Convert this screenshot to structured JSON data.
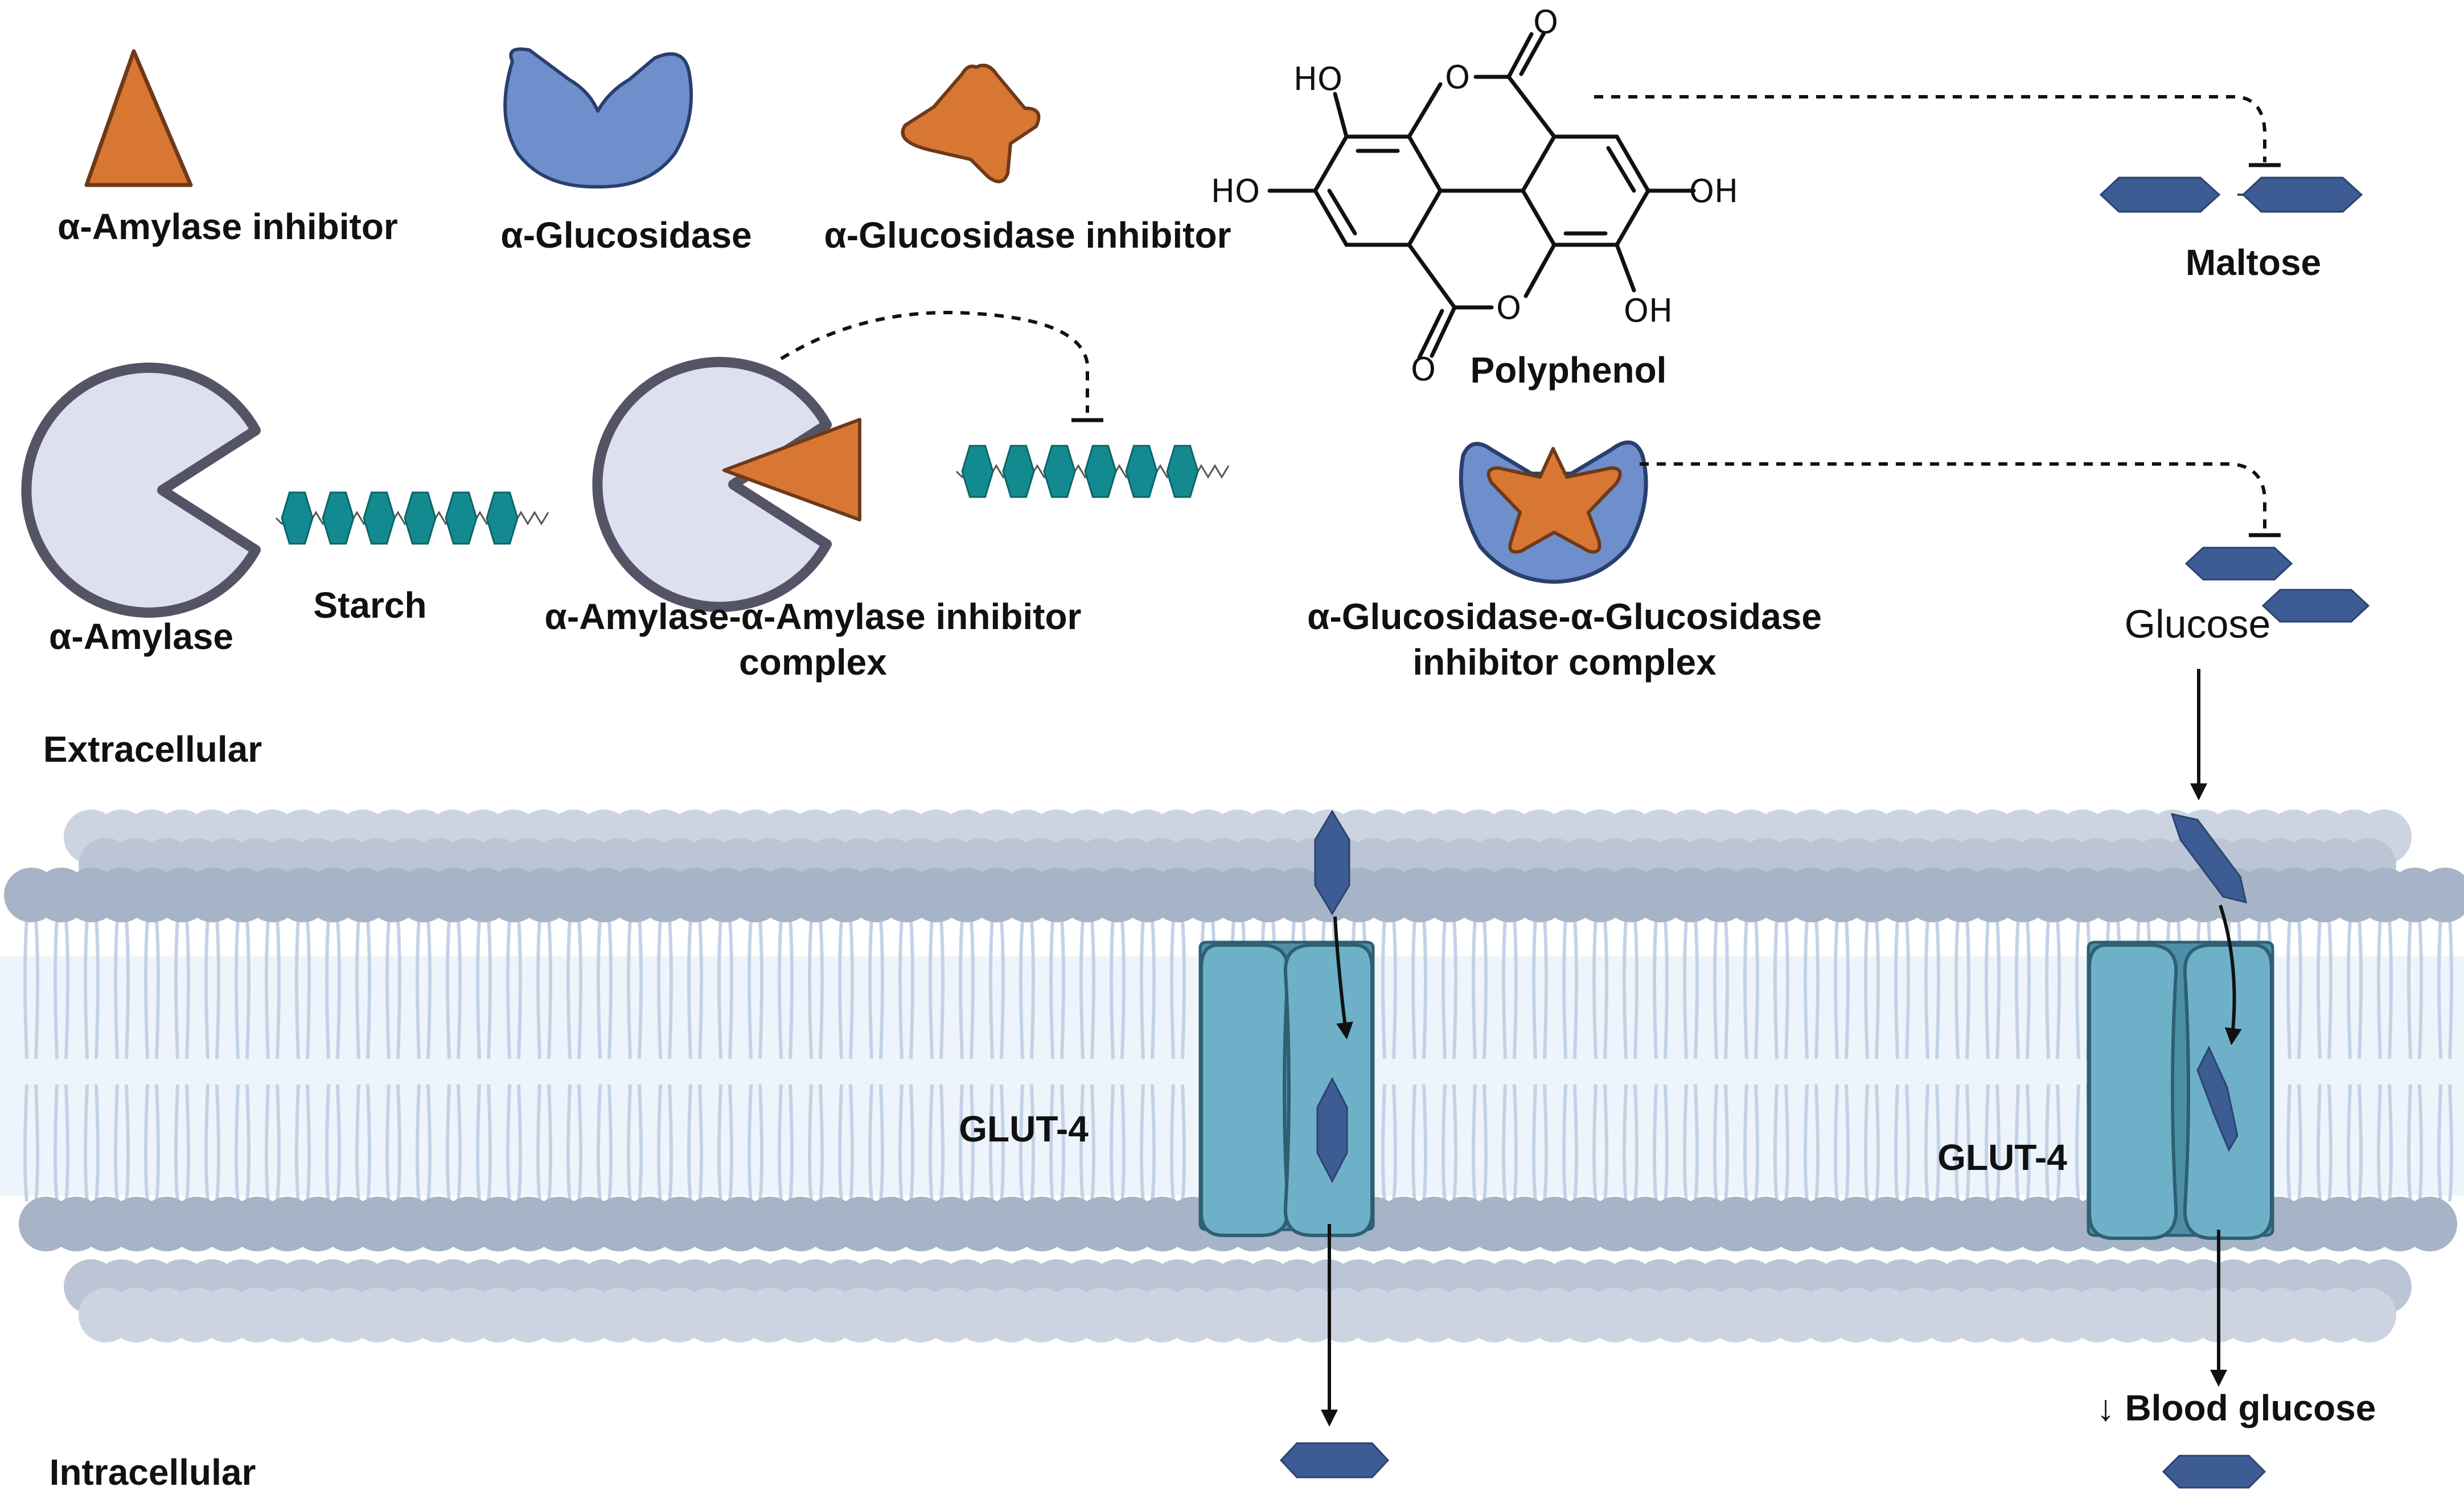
{
  "labels": {
    "amylase_inhibitor": "α-Amylase inhibitor",
    "glucosidase": "α-Glucosidase",
    "glucosidase_inhibitor": "α-Glucosidase inhibitor",
    "maltose": "Maltose",
    "polyphenol": "Polyphenol",
    "amylase": "α-Amylase",
    "starch": "Starch",
    "amylase_complex_line1": "α-Amylase-α-Amylase inhibitor",
    "amylase_complex_line2": "complex",
    "glucosidase_complex_line1": "α-Glucosidase-α-Glucosidase",
    "glucosidase_complex_line2": "inhibitor complex",
    "glucose": "Glucose",
    "extracellular": "Extracellular",
    "intracellular": "Intracellular",
    "glut4_left": "GLUT-4",
    "glut4_right": "GLUT-4",
    "blood_glucose": "↓ Blood glucose"
  },
  "chem_atoms": {
    "ho_top": "HO",
    "ho_left": "HO",
    "oh_right": "OH",
    "oh_bottom": "OH",
    "o_ring_top": "O",
    "o_carbonyl_top": "O",
    "o_ring_bottom": "O",
    "o_carbonyl_bottom": "O"
  },
  "colors": {
    "amylase_inhibitor": "#D87634",
    "glucosidase": "#6E8FCB",
    "starch": "#138A90",
    "glucose_unit": "#3D5C93",
    "amylase_body": "#DEE0EF",
    "amylase_outline": "#545466",
    "membrane_head": "#A7B3C7",
    "transporter": "#6EB0C8",
    "transporter_core": "#4E8FA8"
  }
}
